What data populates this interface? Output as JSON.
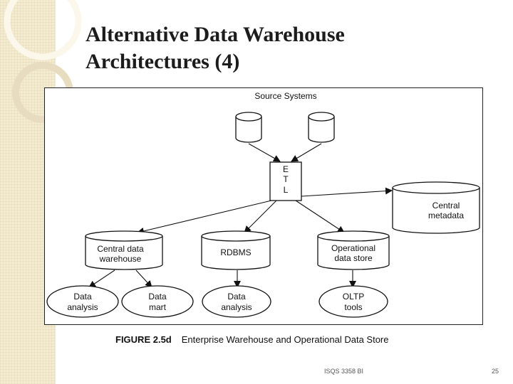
{
  "slide": {
    "title_line1": "Alternative Data Warehouse",
    "title_line2": "Architectures (4)",
    "footer_center": "ISQS 3358 BI",
    "page_number": "25"
  },
  "figure": {
    "caption_label": "FIGURE 2.5d",
    "caption_text": "Enterprise Warehouse and Operational Data Store",
    "source_systems_label": "Source Systems",
    "etl_letters": [
      "E",
      "T",
      "L"
    ],
    "central_metadata": [
      "Central",
      "metadata"
    ],
    "central_warehouse": [
      "Central data",
      "warehouse"
    ],
    "rdbms": "RDBMS",
    "ods": [
      "Operational",
      "data store"
    ],
    "data_analysis_left": [
      "Data",
      "analysis"
    ],
    "data_mart": [
      "Data",
      "mart"
    ],
    "data_analysis_mid": [
      "Data",
      "analysis"
    ],
    "oltp_tools": [
      "OLTP",
      "tools"
    ]
  },
  "colors": {
    "band": "#f4ecd2",
    "line": "#111111"
  }
}
